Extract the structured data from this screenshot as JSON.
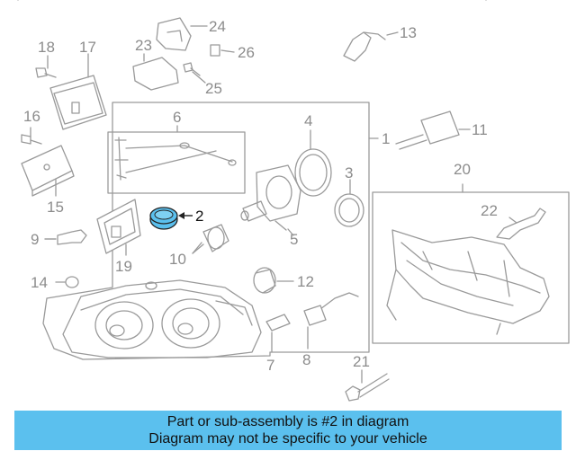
{
  "diagram": {
    "labels": {
      "p1": "1",
      "p2": "2",
      "p3": "3",
      "p4": "4",
      "p5": "5",
      "p6": "6",
      "p7": "7",
      "p8": "8",
      "p9": "9",
      "p10": "10",
      "p11": "11",
      "p12": "12",
      "p13": "13",
      "p14": "14",
      "p15": "15",
      "p16": "16",
      "p17": "17",
      "p18": "18",
      "p19": "19",
      "p20": "20",
      "p21": "21",
      "p22": "22",
      "p23": "23",
      "p24": "24",
      "p25": "25",
      "p26": "26"
    },
    "highlight_part": "2",
    "colors": {
      "line": "#9a9a9a",
      "highlight": "#5bc0ee",
      "banner": "#5bc0ee"
    }
  },
  "banner": {
    "line1": "Part or sub-assembly is #2 in diagram",
    "line2": "Diagram may not be specific to your vehicle"
  }
}
